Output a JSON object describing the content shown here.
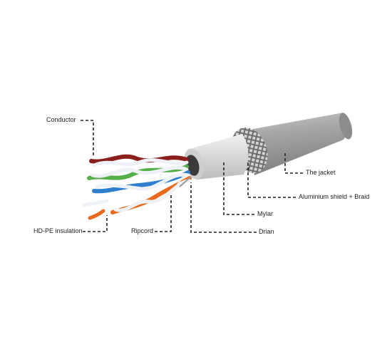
{
  "diagram": {
    "labels": {
      "conductor": "Conductor",
      "hdpe_insulation": "HD-PE insulation",
      "ripcord": "Ripcord",
      "drain": "Drian",
      "mylar": "Mylar",
      "shield_braid": "Aluminium shield + Braid",
      "jacket": "The jacket"
    },
    "colors": {
      "jacket": "#9a9a9a",
      "braid": "#bdbdbd",
      "foil": "#dcdcdc",
      "pair_brown": "#8a1f1c",
      "pair_green": "#55b04a",
      "pair_blue": "#2e7fd0",
      "pair_orange": "#e86a1e",
      "white_stripe": "#eef2f6",
      "leader": "#222222"
    }
  }
}
